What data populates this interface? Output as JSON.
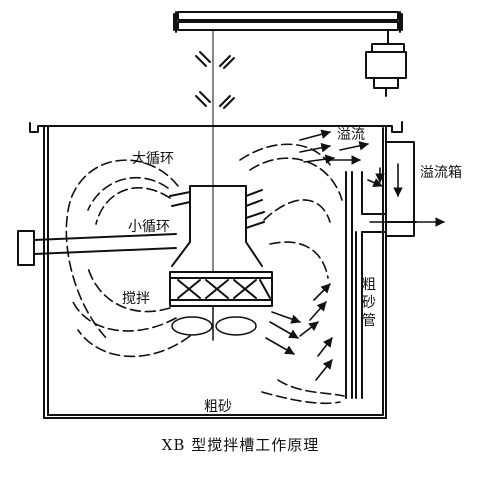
{
  "labels": {
    "big_circulation": "大循环",
    "small_circulation": "小循环",
    "stirring": "搅拌",
    "overflow": "溢流",
    "overflow_box": "溢流箱",
    "coarse_sand_pipe": "粗砂管",
    "coarse_sand": "粗砂"
  },
  "caption": "XB 型搅拌槽工作原理",
  "colors": {
    "ink": "#111111",
    "background": "#ffffff"
  }
}
